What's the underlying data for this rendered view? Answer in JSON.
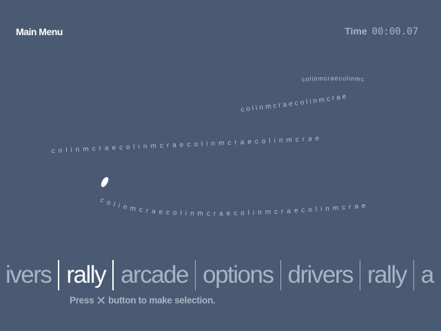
{
  "header": {
    "title": "Main Menu",
    "time_label": "Time",
    "time_value": "00:00.07"
  },
  "snake_text": "colinmcrae",
  "menu": {
    "items": [
      "ivers",
      "rally",
      "arcade",
      "options",
      "drivers",
      "rally",
      "a"
    ],
    "selected_index": 1
  },
  "hint": {
    "prefix": "Press",
    "button_icon": "cross-button-icon",
    "suffix": "button to make selection."
  },
  "colors": {
    "background": "#4a5a73",
    "text_inactive": "#a9b4c4",
    "text_active": "#ffffff"
  }
}
